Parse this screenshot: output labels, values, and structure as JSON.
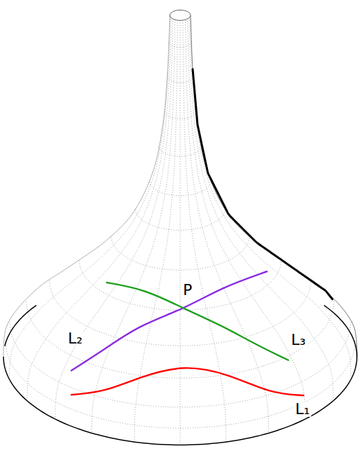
{
  "diagram": {
    "labels": [
      "P",
      "L₂",
      "L₃",
      "L₁"
    ]
  }
}
